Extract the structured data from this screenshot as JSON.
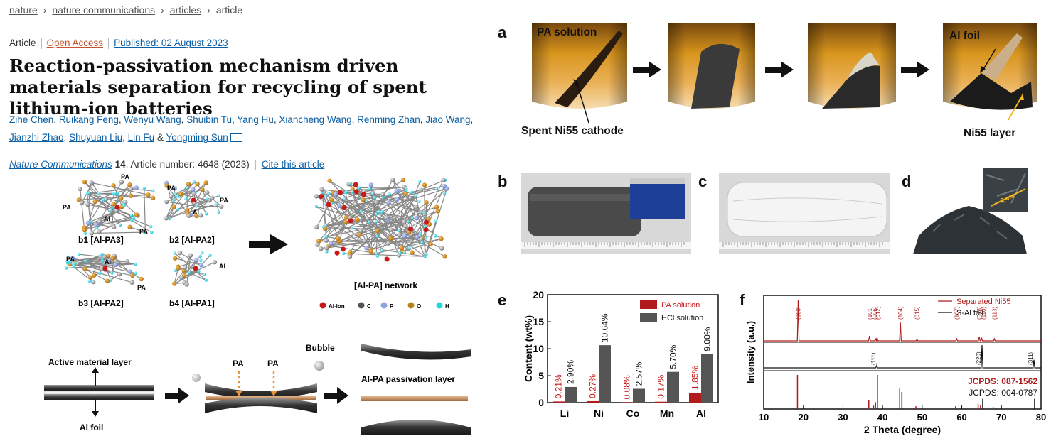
{
  "breadcrumb": [
    "nature",
    "nature communications",
    "articles",
    "article"
  ],
  "meta": {
    "type": "Article",
    "access": "Open Access",
    "published": "Published: 02 August 2023"
  },
  "title": "Reaction-passivation mechanism driven materials separation for recycling of spent lithium-ion batteries",
  "authors": [
    "Zihe Chen",
    "Ruikang Feng",
    "Wenyu Wang",
    "Shuibin Tu",
    "Yang Hu",
    "Xiancheng Wang",
    "Renming Zhan",
    "Jiao Wang",
    "Jianzhi Zhao",
    "Shuyuan Liu",
    "Lin Fu",
    "Yongming Sun"
  ],
  "authors_last_join": "&",
  "citation": {
    "journal": "Nature Communications",
    "volume": "14",
    "rest": ", Article number: 4648 (2023)",
    "cite_link": "Cite this article"
  },
  "colors": {
    "link": "#0b5fa5",
    "open_access": "#c5532b",
    "pa_bar": "#b01c1c",
    "hcl_bar": "#555555",
    "ni55_line": "#b01c1c",
    "al_line": "#111111"
  },
  "molecules": {
    "b1": "b1  [Al-PA3]",
    "b2": "b2  [Al-PA2]",
    "b3": "b3  [Al-PA2]",
    "b4": "b4  [Al-PA1]",
    "network": "[Al-PA] network",
    "pa": "PA",
    "al": "Al",
    "legend": [
      "Al-ion",
      "C",
      "P",
      "O",
      "H"
    ]
  },
  "mechanism": {
    "active": "Active material layer",
    "al_foil": "Al foil",
    "pa1": "PA",
    "pa2": "PA",
    "bubble": "Bubble",
    "passivation": "Al-PA passivation layer"
  },
  "panel_a": {
    "letter": "a",
    "pa_solution": "PA solution",
    "cathode": "Spent Ni55 cathode",
    "al_foil": "Al foil",
    "ni55": "Ni55 layer"
  },
  "panel_b": {
    "letter": "b"
  },
  "panel_c": {
    "letter": "c"
  },
  "panel_d": {
    "letter": "d",
    "scale": "2 cm"
  },
  "panel_e": {
    "letter": "e"
  },
  "panel_f": {
    "letter": "f"
  },
  "chart_data": [
    {
      "type": "bar",
      "ylabel": "Content (wt%)",
      "ylim": [
        0,
        20
      ],
      "yticks": [
        0,
        5,
        10,
        15,
        20
      ],
      "categories": [
        "Li",
        "Ni",
        "Co",
        "Mn",
        "Al"
      ],
      "series": [
        {
          "name": "PA solution",
          "values": [
            0.21,
            0.27,
            0.08,
            0.17,
            1.85
          ],
          "labels": [
            "0.21%",
            "0.27%",
            "0.08%",
            "0.17%",
            "1.85%"
          ]
        },
        {
          "name": "HCl solution",
          "values": [
            2.9,
            10.64,
            2.57,
            5.7,
            9.0
          ],
          "labels": [
            "2.90%",
            "10.64%",
            "2.57%",
            "5.70%",
            "9.00%"
          ]
        }
      ],
      "legend_position": "top-right"
    },
    {
      "type": "line",
      "xlabel": "2 Theta (degree)",
      "ylabel": "Intensity (a.u.)",
      "xlim": [
        10,
        80
      ],
      "xticks": [
        10,
        20,
        30,
        40,
        50,
        60,
        70,
        80
      ],
      "series": [
        {
          "name": "Separated Ni55",
          "peaks": [
            [
              18.7,
              1.0
            ],
            [
              36.7,
              0.12
            ],
            [
              38.2,
              0.05
            ],
            [
              38.6,
              0.08
            ],
            [
              44.5,
              0.45
            ],
            [
              48.7,
              0.04
            ],
            [
              58.7,
              0.05
            ],
            [
              64.4,
              0.1
            ],
            [
              65.0,
              0.06
            ],
            [
              68.2,
              0.05
            ]
          ]
        },
        {
          "name": "S-Al foil",
          "peaks": [
            [
              38.5,
              0.1
            ],
            [
              65.1,
              1.0
            ],
            [
              78.2,
              0.35
            ]
          ]
        }
      ],
      "peak_labels_ni55": [
        {
          "x": 18.7,
          "text": "(003)"
        },
        {
          "x": 36.7,
          "text": "(101)"
        },
        {
          "x": 38.0,
          "text": "(006)"
        },
        {
          "x": 38.8,
          "text": "(012)"
        },
        {
          "x": 44.5,
          "text": "(104)"
        },
        {
          "x": 48.7,
          "text": "(015)"
        },
        {
          "x": 58.7,
          "text": "(107)"
        },
        {
          "x": 64.4,
          "text": "(018)"
        },
        {
          "x": 65.5,
          "text": "(110)"
        },
        {
          "x": 68.2,
          "text": "(113)"
        }
      ],
      "peak_labels_al": [
        {
          "x": 38.5,
          "text": "(111)"
        },
        {
          "x": 65.1,
          "text": "(220)"
        },
        {
          "x": 78.2,
          "text": "(311)"
        }
      ],
      "reference_patterns": [
        {
          "name": "JCPDS: 087-1562",
          "peaks": [
            [
              18.7,
              1.0
            ],
            [
              36.7,
              0.25
            ],
            [
              37.9,
              0.1
            ],
            [
              38.4,
              0.2
            ],
            [
              44.5,
              0.6
            ],
            [
              48.6,
              0.08
            ],
            [
              58.6,
              0.08
            ],
            [
              64.3,
              0.15
            ],
            [
              64.9,
              0.12
            ],
            [
              68.1,
              0.06
            ]
          ]
        },
        {
          "name": "JCPDS: 004-0787",
          "peaks": [
            [
              38.5,
              1.0
            ],
            [
              44.7,
              0.5
            ],
            [
              65.1,
              0.3
            ],
            [
              78.2,
              0.3
            ]
          ]
        }
      ]
    }
  ]
}
